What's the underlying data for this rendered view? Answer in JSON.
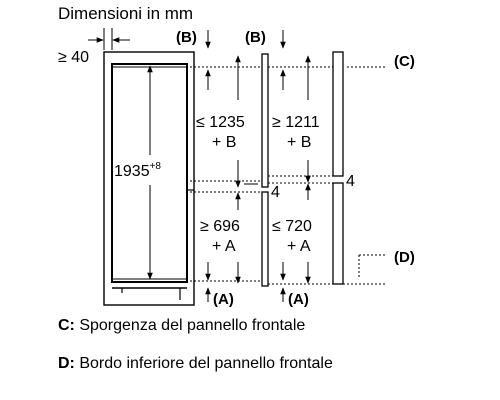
{
  "title": "Dimensioni in mm",
  "labels": {
    "gap_top": "≥ 40",
    "height_total": "1935",
    "height_total_sup": "+8",
    "b_left": "(B)",
    "b_right": "(B)",
    "a_left": "(A)",
    "a_right": "(A)",
    "c_marker": "(C)",
    "d_marker": "(D)",
    "upper_left_1": "≤ 1235",
    "upper_left_2": "+ B",
    "upper_right_1": "≥ 1211",
    "upper_right_2": "+ B",
    "lower_left_1": "≥ 696",
    "lower_left_2": "+ A",
    "lower_right_1": "≤ 720",
    "lower_right_2": "+ A",
    "gap_mid_left": "4",
    "gap_mid_right": "4"
  },
  "legend": {
    "c_key": "C:",
    "c_text": " Sporgenza del pannello frontale",
    "d_key": "D:",
    "d_text": " Bordo inferiore del pannello frontale"
  }
}
